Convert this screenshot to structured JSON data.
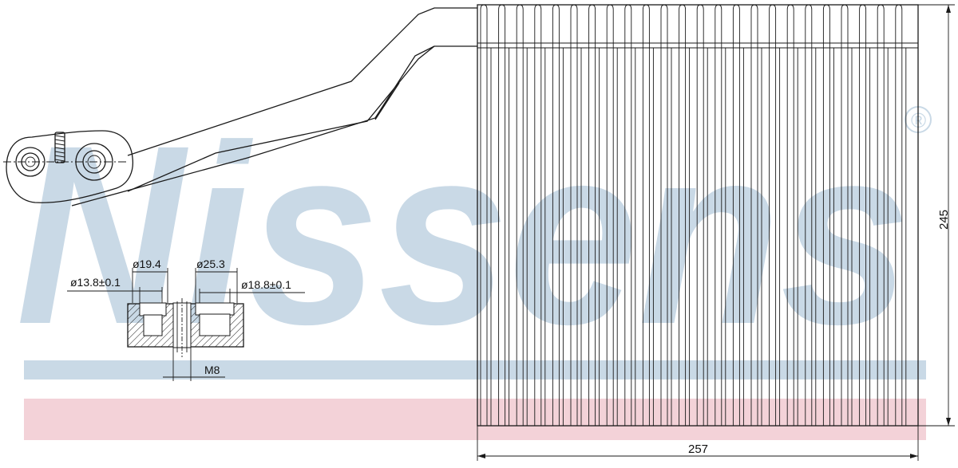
{
  "watermark": {
    "brand": "Nissens",
    "registered_mark": "®",
    "colors": {
      "watermark_blue": "#c9d9e6",
      "watermark_red": "#f3d2d8",
      "line": "#1a1a1a"
    }
  },
  "dimensions": {
    "height_label": "245",
    "width_label": "257",
    "small_bore_diameter": "ø13.8±0.1",
    "small_outer_diameter": "ø19.4",
    "large_outer_diameter": "ø25.3",
    "large_bore_diameter": "ø18.8±0.1",
    "stud_thread": "M8"
  }
}
